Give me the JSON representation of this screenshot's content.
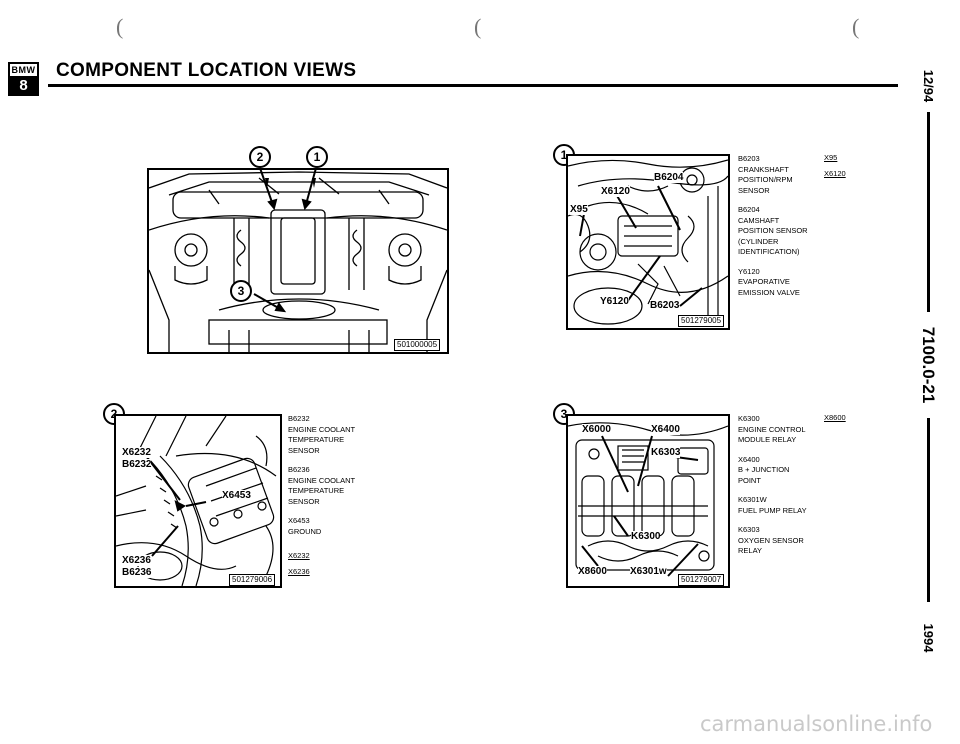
{
  "header": {
    "logo_top": "BMW",
    "logo_bottom": "8",
    "title": "COMPONENT LOCATION VIEWS",
    "parens": [
      "(",
      "(",
      "("
    ]
  },
  "sidebar": {
    "date": "12/94",
    "page": "7100.0-21",
    "year": "1994"
  },
  "views": {
    "overview": {
      "callouts": [
        "2",
        "1",
        "3"
      ],
      "image_tag": "501000005"
    },
    "view1": {
      "number": "1",
      "labels": [
        "B6204",
        "X6120",
        "X95",
        "Y6120",
        "B6203"
      ],
      "image_tag": "501279005",
      "legend": [
        {
          "code": "B6203",
          "lines": [
            "CRANKSHAFT",
            "POSITION/RPM",
            "SENSOR"
          ]
        },
        {
          "code": "B6204",
          "lines": [
            "CAMSHAFT",
            "POSITION SENSOR",
            "(CYLINDER",
            "IDENTIFICATION)"
          ]
        },
        {
          "code": "Y6120",
          "lines": [
            "EVAPORATIVE",
            "EMISSION VALVE"
          ]
        }
      ],
      "refs": [
        "X95",
        "X6120"
      ]
    },
    "view2": {
      "number": "2",
      "labels": [
        "X6232",
        "B6232",
        "X6453",
        "X6236",
        "B6236"
      ],
      "image_tag": "501279006",
      "legend": [
        {
          "code": "B6232",
          "lines": [
            "ENGINE COOLANT",
            "TEMPERATURE",
            "SENSOR"
          ]
        },
        {
          "code": "B6236",
          "lines": [
            "ENGINE COOLANT",
            "TEMPERATURE",
            "SENSOR"
          ]
        },
        {
          "code": "X6453",
          "lines": [
            "GROUND"
          ]
        }
      ],
      "refs": [
        "X6232",
        "X6236"
      ]
    },
    "view3": {
      "number": "3",
      "labels": [
        "X6000",
        "X6400",
        "K6303",
        "K6300",
        "X8600",
        "X6301w"
      ],
      "image_tag": "501279007",
      "legend": [
        {
          "code": "K6300",
          "lines": [
            "ENGINE CONTROL",
            "MODULE RELAY"
          ]
        },
        {
          "code": "X6400",
          "lines": [
            "B + JUNCTION",
            "POINT"
          ]
        },
        {
          "code": "K6301w",
          "lines": [
            "FUEL PUMP RELAY"
          ]
        },
        {
          "code": "K6303",
          "lines": [
            "OXYGEN SENSOR",
            "RELAY"
          ]
        }
      ],
      "refs": [
        "X8600"
      ]
    }
  },
  "watermark": "carmanualsonline.info"
}
